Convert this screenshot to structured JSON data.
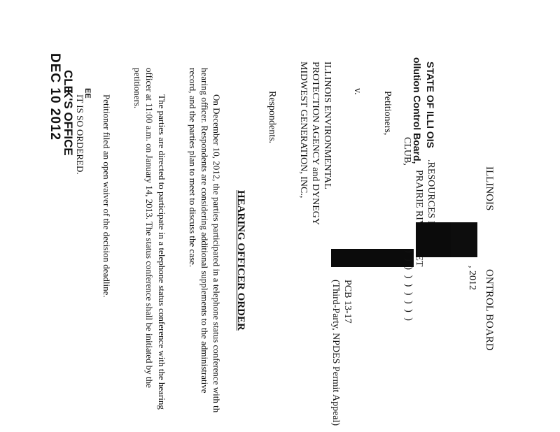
{
  "stamp": {
    "office_a": "CLE",
    "office_b": "K'S OFFICE",
    "date": "DEC 10 2012",
    "mark": "EE"
  },
  "caption": {
    "board_title_start": "ILLINOIS",
    "board_title_end": "ONTROL BOARD",
    "date_fragment": ", 2012",
    "party_line_1": "STATE OF ILLI OIS",
    "party_line_2": "ollution Control Board,",
    "party_line_3": "CLUB,",
    "petitioner_line_1": ".RESOURCES DEFENS",
    "petitioner_line_2": "PRAIRIE RIVERS NET",
    "petitioner_line_3": "CLUB,",
    "petitioners_label": "Petitioners,",
    "versus": "v.",
    "respondent_line_1": "ILLINOIS ENVIRONMENTAL",
    "respondent_line_2": "PROTECTION AGENCY and DYNEGY",
    "respondent_line_3": "MIDWEST GENERATION, INC.,",
    "respondents_label": "Respondents.",
    "case_number": "PCB 13-17",
    "case_type": "(Third-Party, NPDES Permit Appeal)",
    "bracket_marks": ") ) ) ) ) ) ) ) )"
  },
  "order": {
    "heading": "HEARING OFFICER ORDER",
    "p1_line_1": "On December 10, 2012, the parties participated in a telephone status conference with th",
    "p1_line_2": "hearing officer.  Respondents are considering additional supplements to the administrative",
    "p1_line_3": "record, and the parties plan to meet to discuss the case.",
    "p2_line_1": "The parties are directed to participate in a telephone status conference with the hearing",
    "p2_line_2": "officer at 11:00 a.m. on January 14, 2013.  The status conference shall be initiated by the",
    "p2_line_3": "petitioners.",
    "p3_line_1": "Petitioner filed an open waiver of the decision deadline.",
    "closing": "IT IS SO ORDERED."
  },
  "colors": {
    "ink": "#111111",
    "redaction": "#0b0b0b",
    "paper": "#ffffff"
  }
}
